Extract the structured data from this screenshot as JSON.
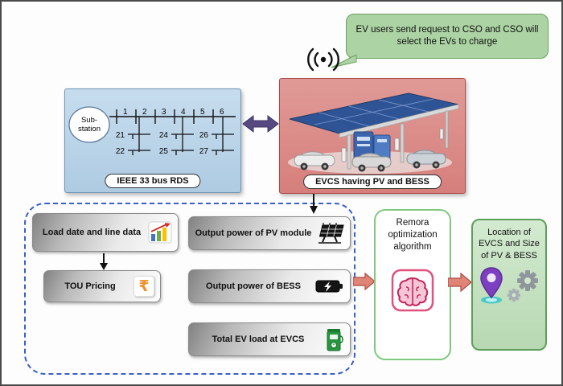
{
  "bubble": {
    "text": "EV users send request to CSO and CSO will select the EVs to charge"
  },
  "rds": {
    "title": "IEEE 33 bus RDS",
    "substation_line1": "Sub-",
    "substation_line2": "station",
    "top_buses": [
      "1",
      "2",
      "3",
      "4",
      "5",
      "6"
    ],
    "left_branch": [
      "21",
      "22"
    ],
    "mid_branch": [
      "24",
      "25"
    ],
    "right_branch": [
      "26",
      "27"
    ]
  },
  "evcs": {
    "title": "EVCS having PV and BESS"
  },
  "inputs": {
    "load_line": "Load date and line data",
    "tou": "TOU Pricing",
    "pv": "Output power of PV module",
    "bess": "Output power of BESS",
    "ev_load": "Total EV load at EVCS"
  },
  "algorithm": {
    "label": "Remora optimization algorithm"
  },
  "result": {
    "label": "Location of EVCS and Size of PV & BESS"
  },
  "icons": {
    "wifi": "wireless-signal-icon",
    "chart": "growth-chart-icon",
    "rupee_glyph": "₹",
    "solar": "solar-panel-icon",
    "battery": "battery-charge-icon",
    "charger": "ev-charger-icon",
    "brain": "brain-icon",
    "pin": "location-pin-icon",
    "gears": "gears-icon"
  },
  "colors": {
    "rds_panel": "#bcd6ea",
    "evcs_panel": "#dd8d8d",
    "bubble_green": "#abd3a3",
    "result_green": "#c9e5c4",
    "algorithm_border": "#7fc97f",
    "dashed_border": "#3a5fc8",
    "exchange_arrow": "#584a80",
    "flow_arrow": "#e08478"
  }
}
